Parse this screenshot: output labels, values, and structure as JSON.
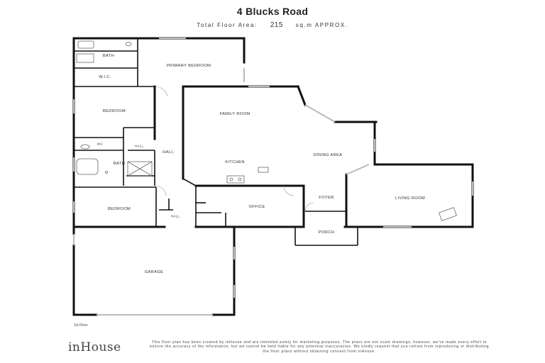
{
  "header": {
    "title": "4 Blucks Road",
    "area_label": "Total Floor Area:",
    "area_value": "215",
    "area_unit": "sq.m APPROX."
  },
  "rooms": {
    "bath_primary": "BATH",
    "primary_bedroom": "PRIMARY BEDROOM",
    "wic": "W.I.C.",
    "bedroom_1": "BEDROOM",
    "hall_small": "HALL",
    "wc": "WC",
    "hall": "HALL",
    "bath": "BATH",
    "bedroom_2": "BEDROOM",
    "hall_lower": "HALL",
    "family_room": "FAMILY ROOM",
    "kitchen": "KITCHEN",
    "dining_area": "DINING AREA",
    "office": "OFFICE",
    "foyer": "FOYER",
    "porch": "PORCH",
    "living_room": "LIVING ROOM",
    "garage": "GARAGE"
  },
  "floor_label": "1st Floor",
  "footer": {
    "logo": "inHouse",
    "disclaimer": "This floor plan has been created by inHouse and are intended solely for marketing purposes. The plans are not scale drawings, however, we've made every effort to ensure the accuracy of the information, but we cannot be held liable for any potential inaccuracies. We kindly request that you refrain from reproducing or distributing the floor plans without obtaining consent from inHouse."
  },
  "colors": {
    "wall": "#111111",
    "window": "#bbbbbb",
    "fixture": "#666666"
  }
}
